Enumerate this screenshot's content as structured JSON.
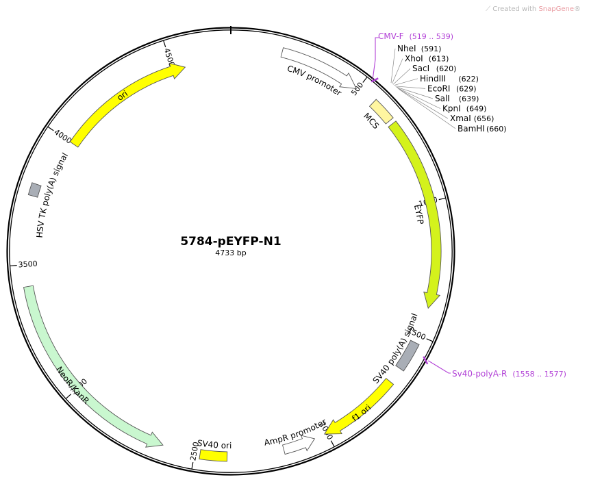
{
  "watermark": {
    "prefix": "Created with ",
    "brand": "SnapGene",
    "mark": "®"
  },
  "plasmid": {
    "name": "5784-pEYFP-N1",
    "length_label": "4733 bp",
    "length": 4733
  },
  "ticks": [
    {
      "pos": 500,
      "label": "500"
    },
    {
      "pos": 1000,
      "label": "1000"
    },
    {
      "pos": 1500,
      "label": "1500"
    },
    {
      "pos": 2000,
      "label": "2000"
    },
    {
      "pos": 2500,
      "label": "2500"
    },
    {
      "pos": 3000,
      "label": "3000"
    },
    {
      "pos": 3500,
      "label": "3500"
    },
    {
      "pos": 4000,
      "label": "4000"
    },
    {
      "pos": 4500,
      "label": "4500"
    }
  ],
  "features": [
    {
      "name": "ori",
      "label": "ori",
      "start": 4000,
      "end": 4550,
      "dir": 1,
      "ring": "inner",
      "color": "#ffff00",
      "labelMode": "on"
    },
    {
      "name": "cmv-promoter",
      "label": "CMV promoter",
      "start": 190,
      "end": 495,
      "dir": 1,
      "ring": "outer",
      "color": "#ffffff",
      "labelMode": "inside"
    },
    {
      "name": "mcs",
      "label": "MCS",
      "start": 575,
      "end": 665,
      "dir": 0,
      "ring": "outer",
      "color": "#fff6a0",
      "labelMode": "inside"
    },
    {
      "name": "eyfp",
      "label": "EYFP",
      "start": 680,
      "end": 1395,
      "dir": 1,
      "ring": "outer",
      "color": "#d4f21c",
      "labelMode": "inside"
    },
    {
      "name": "sv40-polya-signal",
      "label": "SV40 poly(A) signal",
      "start": 1530,
      "end": 1640,
      "dir": 0,
      "ring": "outer",
      "color": "#a9aeb6",
      "labelMode": "inside"
    },
    {
      "name": "f1-ori",
      "label": "f1 ori",
      "start": 1700,
      "end": 2010,
      "dir": 1,
      "ring": "outer",
      "color": "#ffff00",
      "labelMode": "on"
    },
    {
      "name": "ampr-promoter",
      "label": "AmpR promoter",
      "start": 2050,
      "end": 2170,
      "dir": -1,
      "ring": "outer",
      "color": "#ffffff",
      "labelMode": "inside"
    },
    {
      "name": "sv40-ori",
      "label": "SV40 ori",
      "start": 2380,
      "end": 2480,
      "dir": 0,
      "ring": "outer",
      "color": "#ffff00",
      "labelMode": "inside"
    },
    {
      "name": "neor-kanr",
      "label": "NeoR/KanR",
      "start": 2620,
      "end": 3420,
      "dir": -1,
      "ring": "outer",
      "color": "#c9f7cf",
      "labelMode": "on"
    },
    {
      "name": "hsv-tk-polya-signal",
      "label": "HSV TK poly(A) signal",
      "start": 3755,
      "end": 3800,
      "dir": 0,
      "ring": "outer",
      "color": "#a9aeb6",
      "labelMode": "inside"
    }
  ],
  "sites": [
    {
      "name": "NheI",
      "pos": "(591)"
    },
    {
      "name": "XhoI",
      "pos": "(613)"
    },
    {
      "name": "SacI",
      "pos": "(620)"
    },
    {
      "name": "HindIII",
      "pos": "(622)"
    },
    {
      "name": "EcoRI",
      "pos": "(629)"
    },
    {
      "name": "SalI",
      "pos": "(639)"
    },
    {
      "name": "KpnI",
      "pos": "(649)"
    },
    {
      "name": "XmaI",
      "pos": "(656)"
    },
    {
      "name": "BamHI",
      "pos": "(660)"
    }
  ],
  "primers": [
    {
      "name": "CMV-F",
      "range": "(519 .. 539)",
      "pos": 529
    },
    {
      "name": "Sv40-polyA-R",
      "range": "(1558 .. 1577)",
      "pos": 1568
    }
  ],
  "colors": {
    "backbone": "#000000",
    "primer": "#b13fd6",
    "ori": "#ffff00",
    "eyfp": "#d4f21c",
    "neor": "#c9f7cf",
    "signal": "#a9aeb6"
  }
}
